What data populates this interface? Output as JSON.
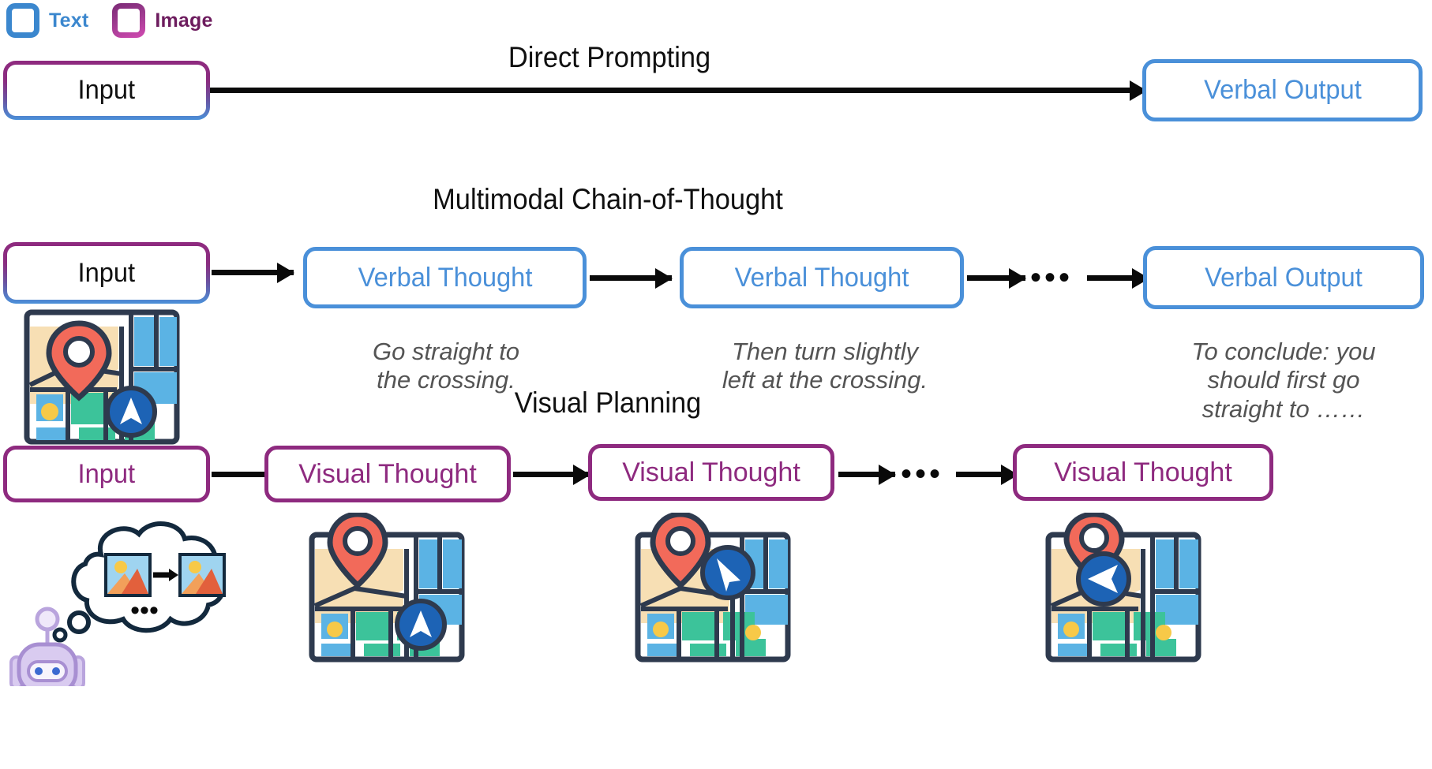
{
  "legend": {
    "items": [
      {
        "label": "Text",
        "color": "#3b87ce",
        "icon": "rounded-square-outline-icon"
      },
      {
        "label": "Image",
        "color": "#6d1c5e",
        "icon": "rounded-square-outline-icon"
      }
    ]
  },
  "sections": [
    {
      "id": "direct-prompting",
      "title": "Direct Prompting",
      "nodes": [
        {
          "label": "Input",
          "style": "gradient-purple-blue"
        },
        {
          "label": "Verbal Output",
          "style": "blue"
        }
      ]
    },
    {
      "id": "multimodal-cot",
      "title": "Multimodal Chain-of-Thought",
      "nodes": [
        {
          "label": "Input",
          "style": "gradient-purple-blue"
        },
        {
          "label": "Verbal Thought",
          "style": "blue"
        },
        {
          "label": "Verbal Thought",
          "style": "blue"
        },
        {
          "label": "Verbal Output",
          "style": "blue"
        }
      ],
      "ellipsis": "•••",
      "captions": [
        "Go straight to\nthe crossing.",
        "Then turn slightly\nleft at the crossing.",
        "To conclude: you\nshould first go\nstraight to ……"
      ],
      "input_icon": "map-with-pin-and-navigation-icon"
    },
    {
      "id": "visual-planning",
      "title": "Visual Planning",
      "nodes": [
        {
          "label": "Input",
          "style": "purple"
        },
        {
          "label": "Visual Thought",
          "style": "purple"
        },
        {
          "label": "Visual Thought",
          "style": "purple"
        },
        {
          "label": "Visual Thought",
          "style": "purple"
        }
      ],
      "ellipsis": "•••",
      "input_icon": "robot-thought-bubble-icon",
      "thought_bubble_ellipsis": "•••",
      "step_icons": [
        "map-pin-top-navigation-right-icon",
        "map-pin-left-cursor-right-icon",
        "map-pin-top-navigation-left-icon"
      ]
    }
  ],
  "colors": {
    "text_blue": "#4a90d9",
    "image_purple": "#8e2a7f",
    "caption_gray": "#545454",
    "arrow_black": "#0a0a0a",
    "map_beige": "#f7dfb4",
    "map_blue": "#5bb3e4",
    "map_teal": "#3cc39a",
    "map_yellow": "#f7c948",
    "map_outline": "#2e3a4e",
    "pin_red": "#f26a5a",
    "nav_blue": "#1d63b5",
    "robot_purple": "#c9b8e8"
  }
}
